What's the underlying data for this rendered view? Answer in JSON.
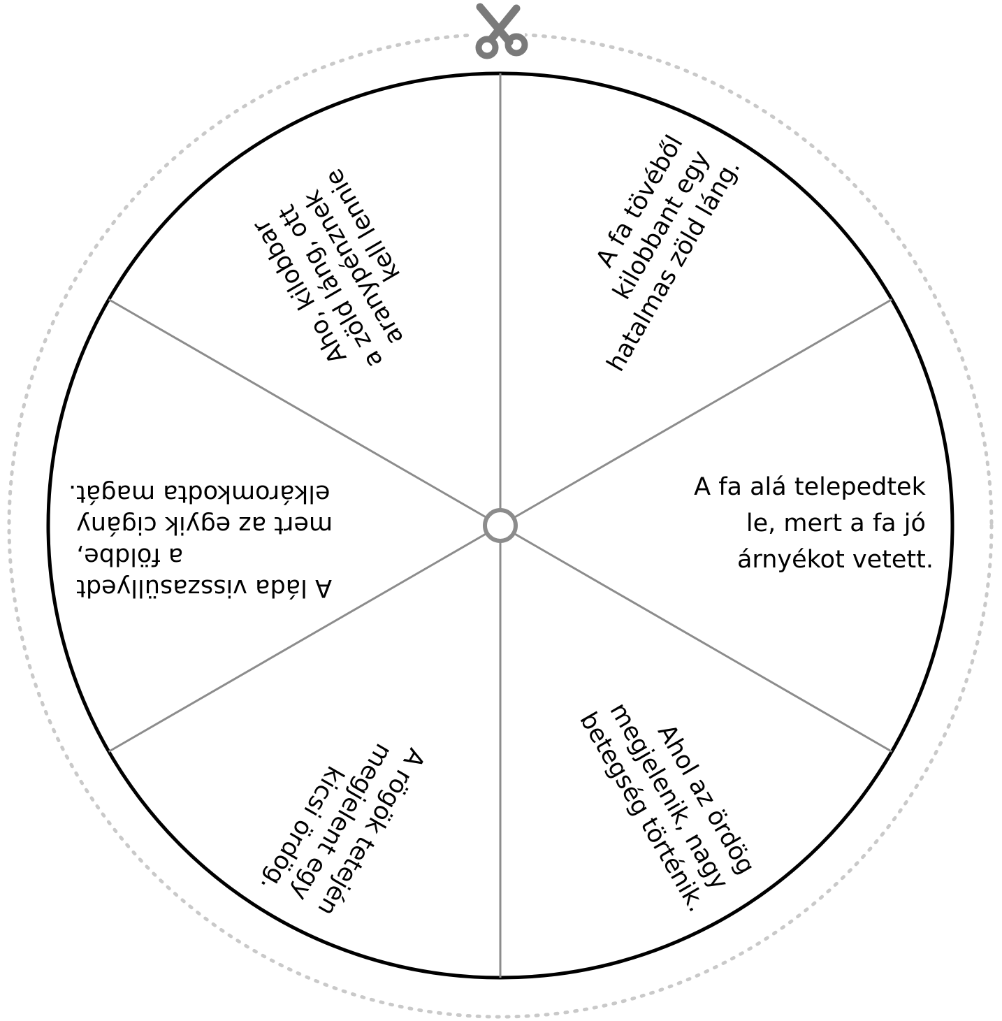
{
  "wheel": {
    "segments": [
      {
        "id": "upper-right",
        "lines": [
          "A fa tövéből",
          "kilobbant egy",
          "hatalmas zöld láng."
        ]
      },
      {
        "id": "right",
        "lines": [
          "A fa alá telepedtek",
          "le, mert a fa jó",
          "árnyékot vetett."
        ]
      },
      {
        "id": "lower-right",
        "lines": [
          "Ahol az ördög",
          "megjelenik, nagy",
          "betegség történik."
        ]
      },
      {
        "id": "lower-left",
        "lines": [
          "A rögök tetején",
          "megjelent egy",
          "kicsi ördög."
        ]
      },
      {
        "id": "left",
        "lines": [
          "A láda visszasüllyedt",
          "a földbe,",
          "mert az egyik cigány",
          "elkáromkodta magát."
        ]
      },
      {
        "id": "upper-left",
        "lines": [
          "Aho, kilobbar",
          "a zöld láng, ott",
          "aranypénznek",
          "kell lennie"
        ]
      }
    ]
  },
  "colors": {
    "outline": "#000000",
    "divider": "#8c8c8c",
    "cut_line": "#c9c9c9",
    "scissors": "#7a7a7a",
    "background": "#ffffff"
  },
  "icons": {
    "scissors": "scissors-icon"
  }
}
